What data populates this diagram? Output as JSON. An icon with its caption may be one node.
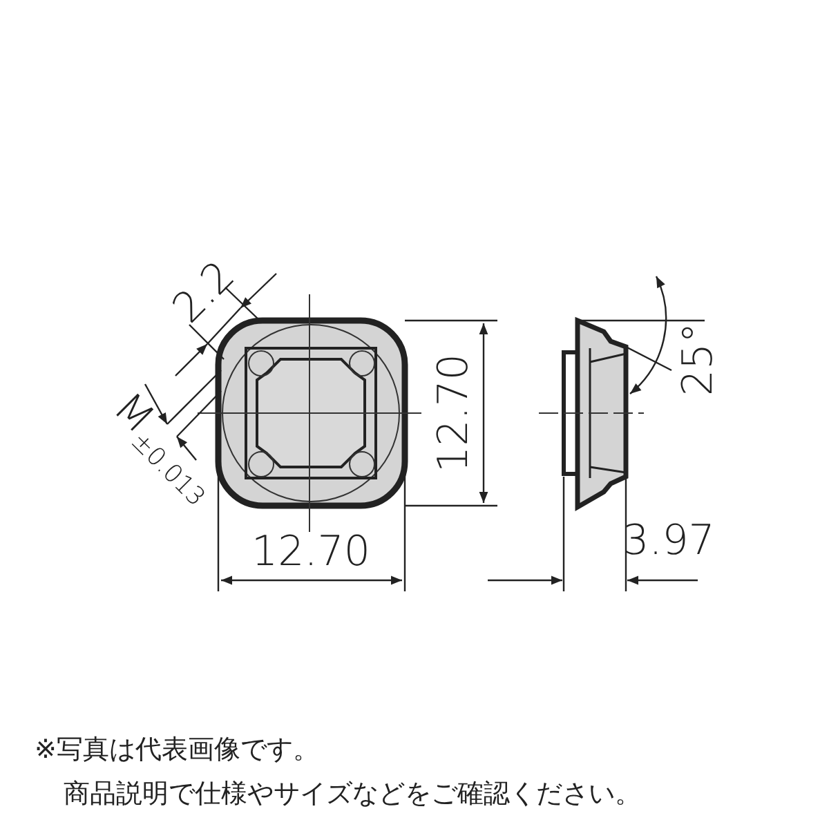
{
  "diagram": {
    "labels": [
      "2.2",
      "M$_{±0.013}$",
      "12.70",
      "25°",
      "12.70",
      "3.97",
      "※写真は代表画像です。",
      "商品説明で仕様やサイズなどをご確認ください。"
    ]
  }
}
